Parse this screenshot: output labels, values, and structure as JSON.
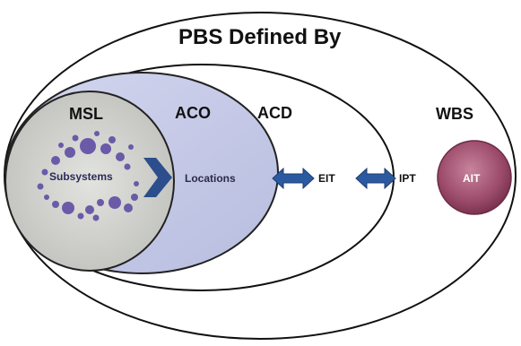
{
  "title": "PBS Defined By",
  "outer_label": "WBS",
  "mid_label": "ACD",
  "aco_label": "ACO",
  "msl_label": "MSL",
  "subsystems_label": "Subsystems",
  "locations_label": "Locations",
  "eit_label": "EIT",
  "ipt_label": "IPT",
  "ait_label": "AIT",
  "colors": {
    "aco_fill": "#c9cde8",
    "msl_fill": "#cfd0cc",
    "dots": "#6b5aa8",
    "arrow": "#2c5aa0",
    "chevron": "#2d4e8c",
    "ait_fill": "#9c4b6a"
  }
}
